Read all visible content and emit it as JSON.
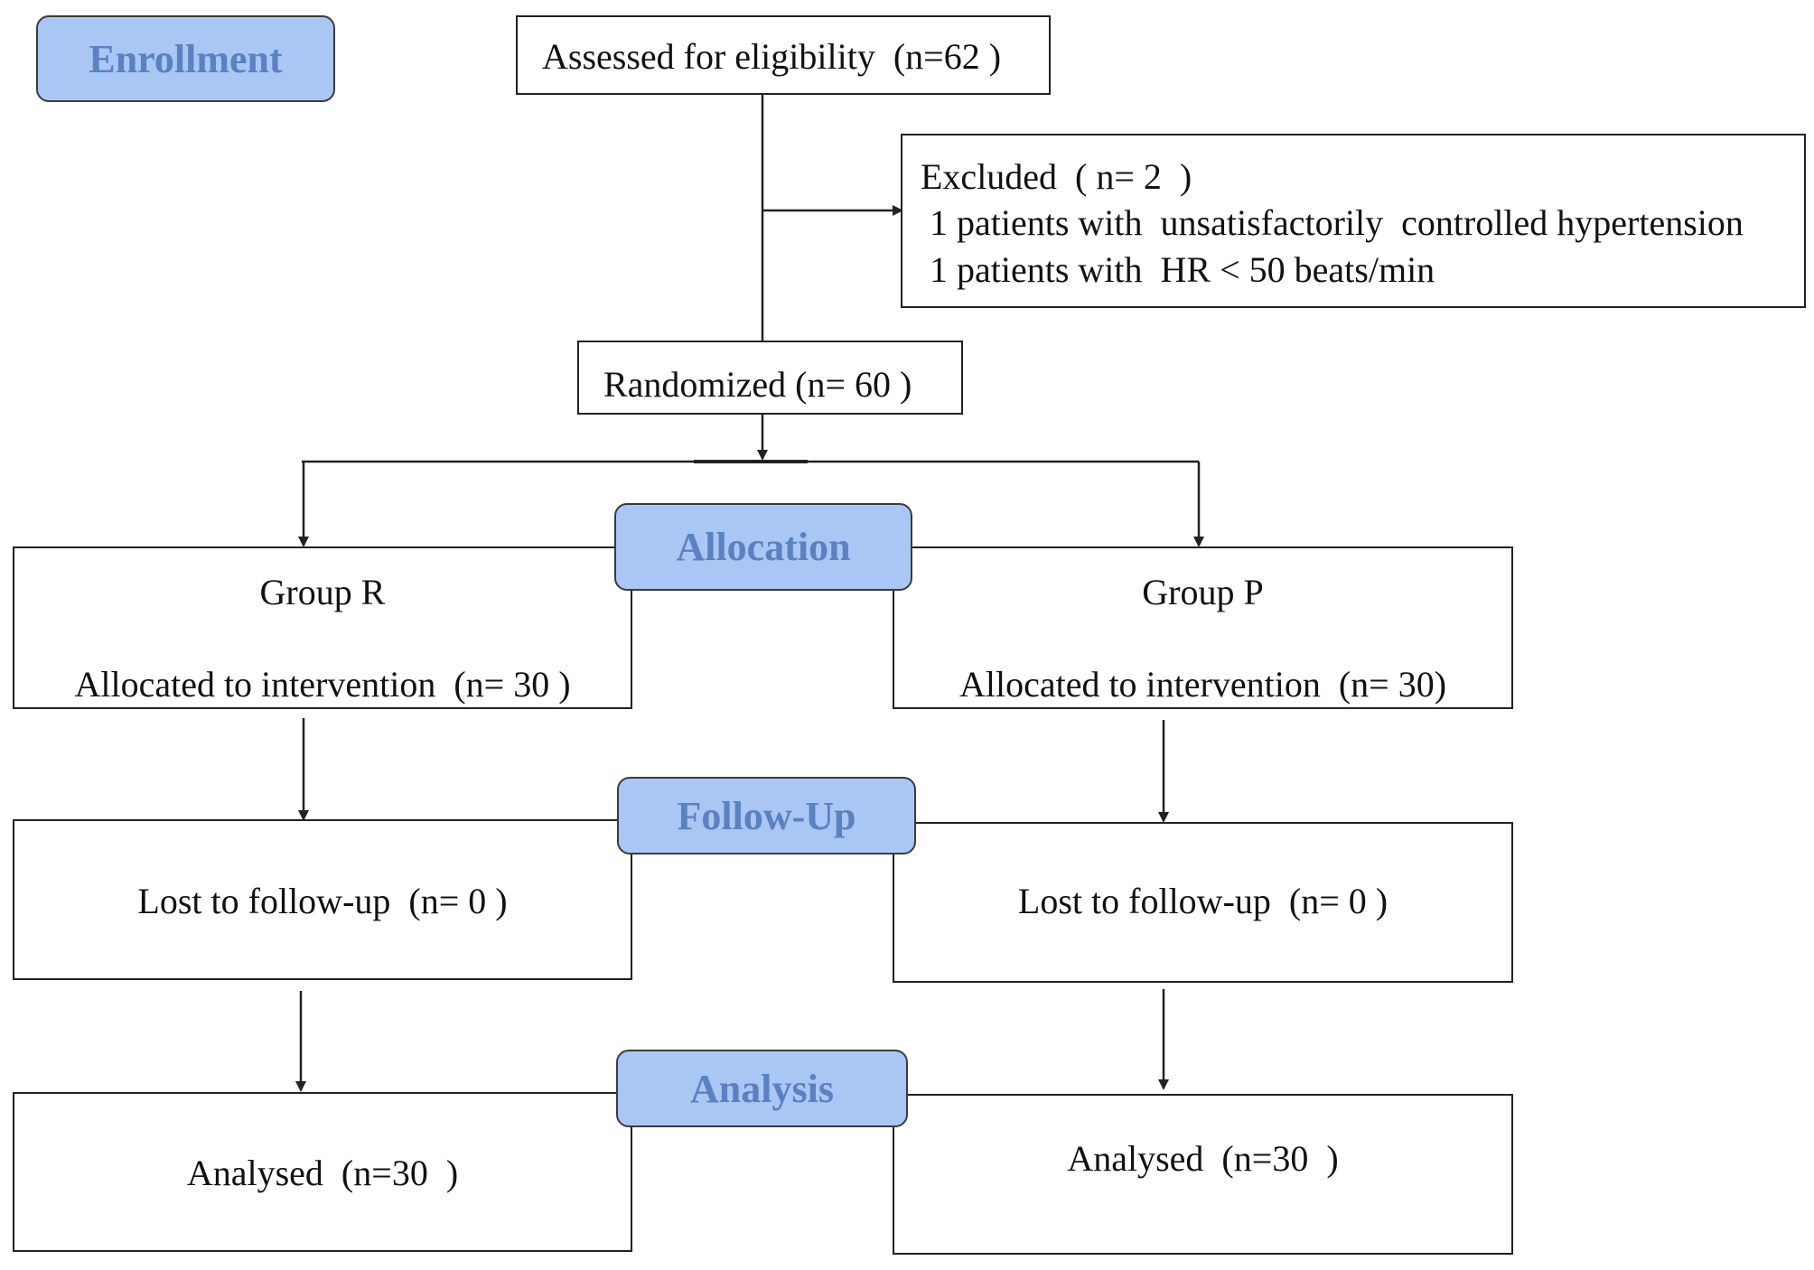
{
  "colors": {
    "stage_fill": "#a9c6f5",
    "stage_text": "#5a81c0",
    "line": "#222222"
  },
  "stages": {
    "enrollment": "Enrollment",
    "allocation": "Allocation",
    "follow_up": "Follow-Up",
    "analysis": "Analysis"
  },
  "enrollment": {
    "assessed": "Assessed for eligibility  (n=62 )",
    "excluded": {
      "title": "Excluded  ( n= 2  )",
      "reason_1": " 1 patients with  unsatisfactorily  controlled hypertension",
      "reason_2": " 1 patients with  HR < 50 beats/min"
    },
    "randomized": "Randomized (n= 60 )"
  },
  "group_r": {
    "name": "Group R",
    "allocated": "Allocated to intervention  (n= 30 )",
    "lost": "Lost to follow-up  (n= 0 )",
    "analysed": "Analysed  (n=30  )"
  },
  "group_p": {
    "name": "Group P",
    "allocated": "Allocated to intervention  (n= 30)",
    "lost": "Lost to follow-up  (n= 0 )",
    "analysed": "Analysed  (n=30  )"
  }
}
